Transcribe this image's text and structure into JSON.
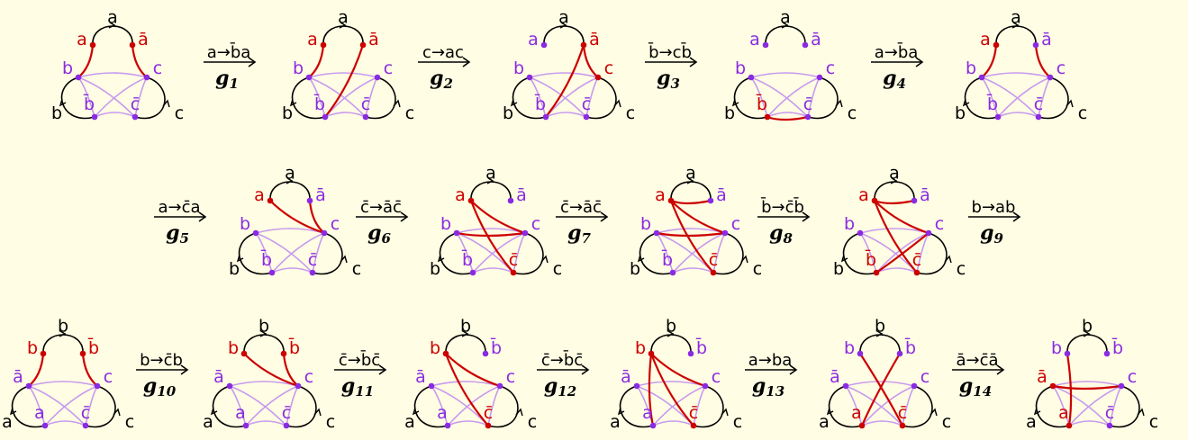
{
  "colors": {
    "background": "#fffde3",
    "black": "#000000",
    "red": "#cc0000",
    "purple": "#8a2be2",
    "light_purple": "#c79af0"
  },
  "figures": [
    {
      "top": "a",
      "left": "b",
      "right": "c",
      "tl": "a",
      "tr": "ā",
      "ml": "b",
      "mr": "c",
      "bl": "b̄",
      "br": "c̄",
      "red": [
        "tl",
        "tr"
      ],
      "redEdges": [
        [
          "tl",
          "ml"
        ],
        [
          "tr",
          "mr"
        ]
      ]
    },
    {
      "top": "a",
      "left": "b",
      "right": "c",
      "tl": "a",
      "tr": "ā",
      "ml": "b",
      "mr": "c",
      "bl": "b̄",
      "br": "c̄",
      "red": [
        "tl",
        "tr"
      ],
      "redEdges": [
        [
          "tl",
          "ml"
        ],
        [
          "tr",
          "bl"
        ]
      ]
    },
    {
      "top": "a",
      "left": "b",
      "right": "c",
      "tl": "a",
      "tr": "ā",
      "ml": "b",
      "mr": "c",
      "bl": "b̄",
      "br": "c̄",
      "red": [
        "tr",
        "mr"
      ],
      "redEdges": [
        [
          "tr",
          "bl"
        ],
        [
          "tr",
          "mr"
        ]
      ]
    },
    {
      "top": "a",
      "left": "b",
      "right": "c",
      "tl": "a",
      "tr": "ā",
      "ml": "b",
      "mr": "c",
      "bl": "b̄",
      "br": "c̄",
      "red": [
        "bl"
      ],
      "redEdges": [
        [
          "bl",
          "br"
        ]
      ]
    },
    {
      "top": "a",
      "left": "b",
      "right": "c",
      "tl": "a",
      "tr": "ā",
      "ml": "b",
      "mr": "c",
      "bl": "b̄",
      "br": "c̄",
      "red": [
        "tl"
      ],
      "redEdges": [
        [
          "tl",
          "ml"
        ],
        [
          "tr",
          "mr"
        ]
      ]
    },
    {
      "top": "a",
      "left": "b",
      "right": "c",
      "tl": "a",
      "tr": "ā",
      "ml": "b",
      "mr": "c",
      "bl": "b̄",
      "br": "c̄",
      "red": [
        "tl"
      ],
      "redEdges": [
        [
          "tl",
          "mr"
        ],
        [
          "tr",
          "mr"
        ]
      ]
    },
    {
      "top": "a",
      "left": "b",
      "right": "c",
      "tl": "a",
      "tr": "ā",
      "ml": "b",
      "mr": "c",
      "bl": "b̄",
      "br": "c̄",
      "red": [
        "tl",
        "br"
      ],
      "redEdges": [
        [
          "tl",
          "mr"
        ],
        [
          "tl",
          "br"
        ],
        [
          "ml",
          "mr"
        ]
      ]
    },
    {
      "top": "a",
      "left": "b",
      "right": "c",
      "tl": "a",
      "tr": "ā",
      "ml": "b",
      "mr": "c",
      "bl": "b̄",
      "br": "c̄",
      "red": [
        "tl",
        "br"
      ],
      "redEdges": [
        [
          "tl",
          "mr"
        ],
        [
          "tl",
          "br"
        ],
        [
          "tl",
          "tr"
        ],
        [
          "ml",
          "mr"
        ]
      ]
    },
    {
      "top": "a",
      "left": "b",
      "right": "c",
      "tl": "a",
      "tr": "ā",
      "ml": "b",
      "mr": "c",
      "bl": "b̄",
      "br": "c̄",
      "red": [
        "tl",
        "bl",
        "br"
      ],
      "redEdges": [
        [
          "tl",
          "mr"
        ],
        [
          "tl",
          "br"
        ],
        [
          "tl",
          "tr"
        ],
        [
          "bl",
          "mr"
        ]
      ]
    },
    {
      "top": "b",
      "left": "a",
      "right": "c",
      "tl": "b",
      "tr": "b̄",
      "ml": "ā",
      "mr": "c",
      "bl": "a",
      "br": "c̄",
      "red": [
        "tl",
        "tr"
      ],
      "redEdges": [
        [
          "tl",
          "ml"
        ],
        [
          "tr",
          "mr"
        ]
      ]
    },
    {
      "top": "b",
      "left": "a",
      "right": "c",
      "tl": "b",
      "tr": "b̄",
      "ml": "ā",
      "mr": "c",
      "bl": "a",
      "br": "c̄",
      "red": [
        "tl",
        "tr"
      ],
      "redEdges": [
        [
          "tl",
          "mr"
        ],
        [
          "tr",
          "mr"
        ]
      ]
    },
    {
      "top": "b",
      "left": "a",
      "right": "c",
      "tl": "b",
      "tr": "b̄",
      "ml": "ā",
      "mr": "c",
      "bl": "a",
      "br": "c̄",
      "red": [
        "tl",
        "br"
      ],
      "redEdges": [
        [
          "tl",
          "mr"
        ],
        [
          "tl",
          "br"
        ]
      ]
    },
    {
      "top": "b",
      "left": "a",
      "right": "c",
      "tl": "b",
      "tr": "b̄",
      "ml": "ā",
      "mr": "c",
      "bl": "a",
      "br": "c̄",
      "red": [
        "tl",
        "br"
      ],
      "redEdges": [
        [
          "tl",
          "mr"
        ],
        [
          "tl",
          "br"
        ],
        [
          "tl",
          "bl"
        ]
      ]
    },
    {
      "top": "b",
      "left": "a",
      "right": "c",
      "tl": "b",
      "tr": "b̄",
      "ml": "ā",
      "mr": "c",
      "bl": "a",
      "br": "c̄",
      "red": [
        "bl",
        "br"
      ],
      "redEdges": [
        [
          "bl",
          "tr"
        ],
        [
          "br",
          "tl"
        ]
      ]
    },
    {
      "top": "b",
      "left": "a",
      "right": "c",
      "tl": "b",
      "tr": "b̄",
      "ml": "ā",
      "mr": "c",
      "bl": "a",
      "br": "c̄",
      "red": [
        "ml",
        "bl"
      ],
      "redEdges": [
        [
          "ml",
          "mr"
        ],
        [
          "bl",
          "tl"
        ]
      ]
    }
  ],
  "steps": [
    {
      "rule": "a→b̄a",
      "g": "g",
      "sub": "1"
    },
    {
      "rule": "c→ac",
      "g": "g",
      "sub": "2"
    },
    {
      "rule": "b̄→cb̄",
      "g": "g",
      "sub": "3"
    },
    {
      "rule": "a→b̄a",
      "g": "g",
      "sub": "4"
    },
    {
      "rule": "a→c̄a",
      "g": "g",
      "sub": "5"
    },
    {
      "rule": "c̄→āc̄",
      "g": "g",
      "sub": "6"
    },
    {
      "rule": "c̄→āc̄",
      "g": "g",
      "sub": "7"
    },
    {
      "rule": "b̄→c̄b̄",
      "g": "g",
      "sub": "8"
    },
    {
      "rule": "b→ab",
      "g": "g",
      "sub": "9"
    },
    {
      "rule": "b→c̄b",
      "g": "g",
      "sub": "10"
    },
    {
      "rule": "c̄→b̄c̄",
      "g": "g",
      "sub": "11"
    },
    {
      "rule": "c̄→b̄c̄",
      "g": "g",
      "sub": "12"
    },
    {
      "rule": "a→ba",
      "g": "g",
      "sub": "13"
    },
    {
      "rule": "ā→c̄ā",
      "g": "g",
      "sub": "14"
    }
  ]
}
